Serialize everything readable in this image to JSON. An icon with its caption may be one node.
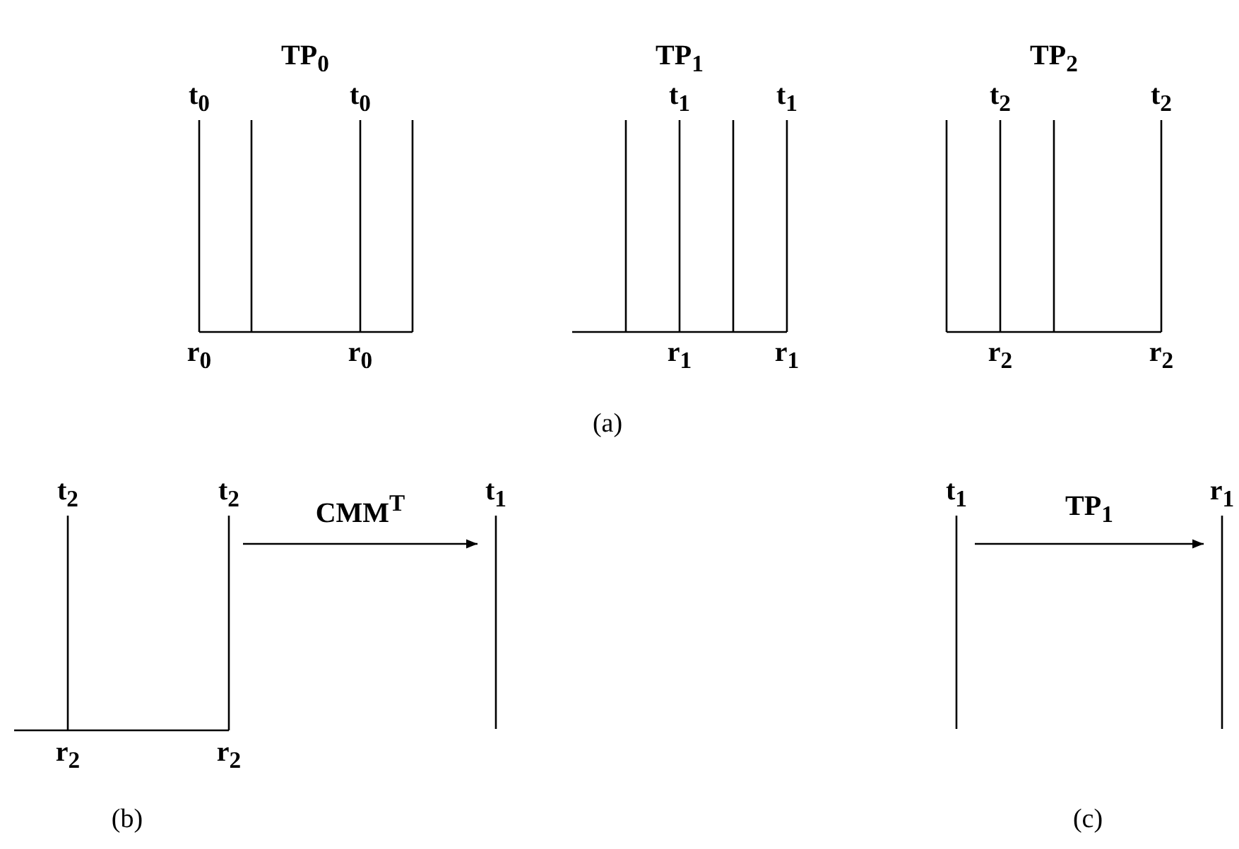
{
  "diagram": {
    "nodes": [
      {
        "text": [
          "t$_{2}$",
          "t$_{2}$",
          "r$_{2}$",
          "r$_{2}$"
        ]
      },
      {
        "text": [
          "t$_{1}$"
        ]
      },
      {
        "text": [
          "t$_{1}$"
        ]
      },
      {
        "text": [
          "r$_{1}$"
        ]
      }
    ],
    "edges": [
      {
        "from": 0,
        "to": 1,
        "arrow": "to",
        "label": "CMM$^{T}$"
      },
      {
        "from": 2,
        "to": 3,
        "arrow": "to",
        "label": "TP$_{1}$"
      }
    ],
    "labels": [
      "TP$_{0}$",
      "TP$_{1}$",
      "TP$_{2}$",
      "t$_{0}$",
      "t$_{0}$",
      "t$_{1}$",
      "t$_{1}$",
      "t$_{2}$",
      "t$_{2}$",
      "r$_{0}$",
      "r$_{0}$",
      "r$_{1}$",
      "r$_{1}$",
      "r$_{2}$",
      "r$_{2}$",
      "(a)",
      "(b)",
      "(c)"
    ]
  }
}
